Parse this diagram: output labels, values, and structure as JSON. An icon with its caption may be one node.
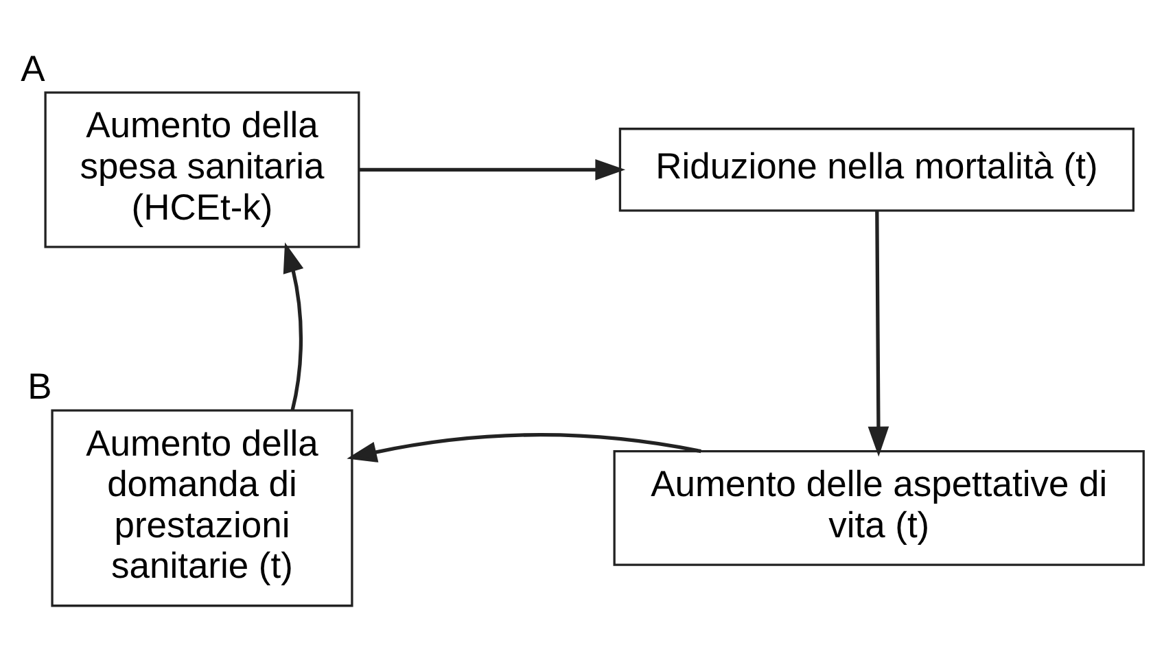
{
  "diagram": {
    "nodes": [
      {
        "text": [
          "Aumento della spesa sanitaria (HCEt-k)"
        ],
        "beside": [
          "A"
        ]
      },
      {
        "text": [
          "Riduzione nella mortalità (t)"
        ]
      },
      {
        "text": [
          "Aumento delle aspettative di vita (t)"
        ]
      },
      {
        "text": [
          "Aumento della domanda di prestazioni sanitarie (t)"
        ],
        "beside": [
          "B"
        ]
      }
    ],
    "edges": [
      {
        "from": 0,
        "to": 1,
        "arrow": "to"
      },
      {
        "from": 1,
        "to": 2,
        "arrow": "to"
      },
      {
        "from": 2,
        "to": 3,
        "arrow": "to"
      },
      {
        "from": 3,
        "to": 0,
        "arrow": "to"
      }
    ]
  }
}
